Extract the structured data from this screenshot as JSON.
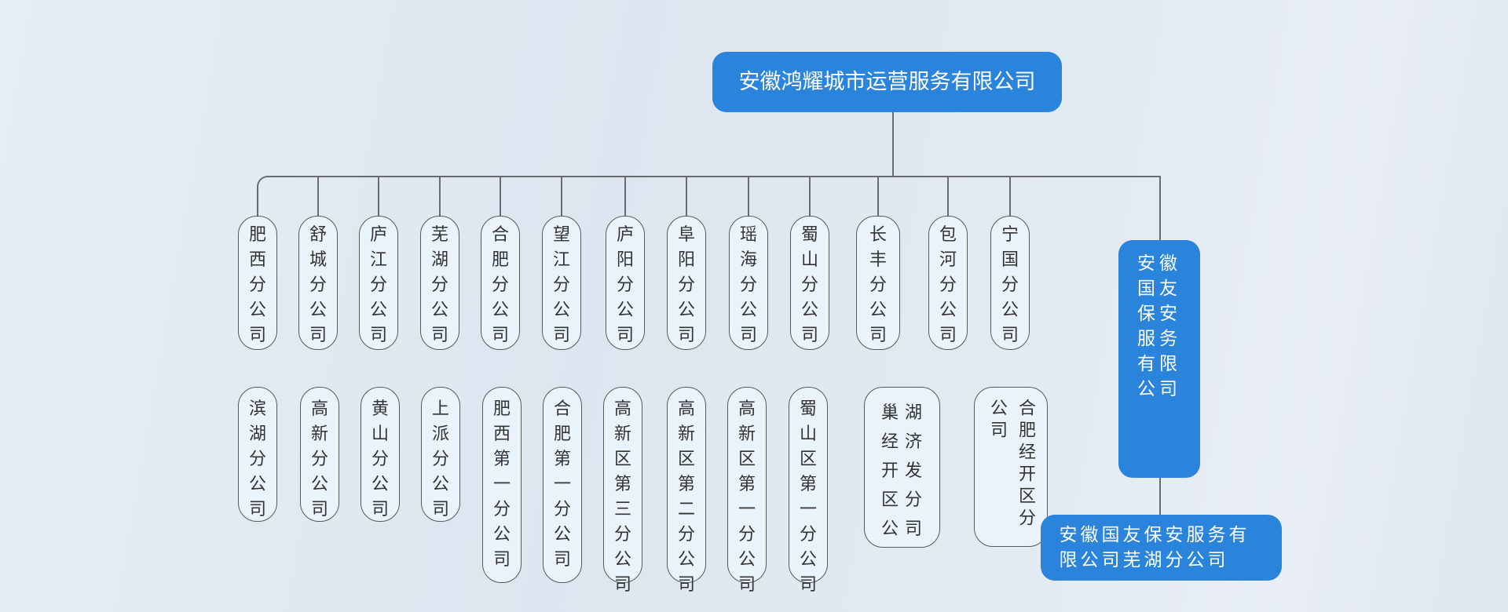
{
  "root": {
    "label": "安徽鸿耀城市运营服务有限公司"
  },
  "branches_top": [
    "肥西分公司",
    "舒城分公司",
    "庐江分公司",
    "芜湖分公司",
    "合肥分公司",
    "望江分公司",
    "庐阳分公司",
    "阜阳分公司",
    "瑶海分公司",
    "蜀山分公司",
    "长丰分公司",
    "包河分公司",
    "宁国分公司"
  ],
  "branches_bottom": [
    "滨湖分公司",
    "高新分公司",
    "黄山分公司",
    "上派分公司",
    "肥西第一分公司",
    "合肥第一分公司",
    "高新区第三分公司",
    "高新区第二分公司",
    "高新区第一分公司",
    "蜀山区第一分公司",
    "巢湖经济开发区分公司",
    "合肥经开区分公司"
  ],
  "subsidiary": {
    "label": "安徽国友保安服务有限公司",
    "child": "安徽国友保安服务有限公司芜湖分公司"
  },
  "colors": {
    "blue": "#2b84db",
    "node_fill": "#eaf3fc",
    "line": "#686c72"
  }
}
